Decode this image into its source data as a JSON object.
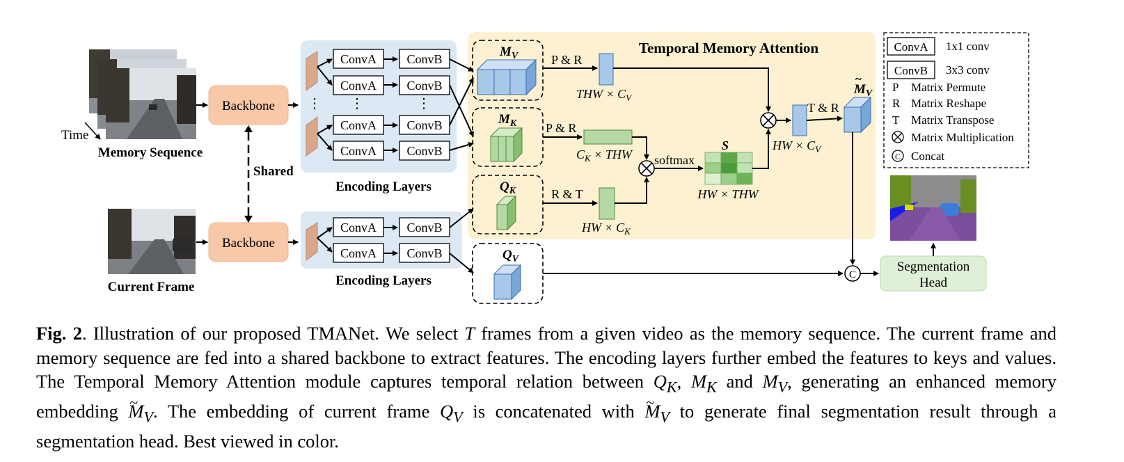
{
  "diagram": {
    "inputs": {
      "memory_sequence": "Memory Sequence",
      "time": "Time",
      "current_frame": "Current Frame"
    },
    "backbone": "Backbone",
    "shared": "Shared",
    "conv_a": "ConvA",
    "conv_b": "ConvB",
    "encoding_layers": "Encoding Layers",
    "tma_title": "Temporal Memory Attention",
    "mv": "M",
    "mv_sub": "V",
    "mk": "M",
    "mk_sub": "K",
    "qk": "Q",
    "qk_sub": "K",
    "qv": "Q",
    "qv_sub": "V",
    "s": "S",
    "p_and_r": "P & R",
    "r_and_t": "R & T",
    "t_and_r": "T & R",
    "softmax": "softmax",
    "dim_thw_cv": "THW × C",
    "dim_thw_cv_sub": "V",
    "dim_ck_thw_pre": "C",
    "dim_ck_thw_sub": "K",
    "dim_ck_thw_post": " × THW",
    "dim_hw_ck": "HW × C",
    "dim_hw_ck_sub": "K",
    "dim_hw_thw": "HW × THW",
    "dim_hw_cv": "HW × C",
    "dim_hw_cv_sub": "V",
    "mv_tilde": "M",
    "mv_tilde_sub": "V",
    "concat_symbol": "C",
    "segmentation_head_1": "Segmentation",
    "segmentation_head_2": "Head",
    "ellipsis": "⋮"
  },
  "legend": {
    "conv_a": {
      "key": "ConvA",
      "desc": "1x1 conv"
    },
    "conv_b": {
      "key": "ConvB",
      "desc": "3x3 conv"
    },
    "p": {
      "key": "P",
      "desc": "Matrix Permute"
    },
    "r": {
      "key": "R",
      "desc": "Matrix Reshape"
    },
    "t": {
      "key": "T",
      "desc": "Matrix Transpose"
    },
    "mult": {
      "desc": "Matrix Multiplication"
    },
    "concat": {
      "key": "C",
      "desc": "Concat"
    }
  },
  "caption": {
    "fig": "Fig. 2",
    "p1": ". Illustration of our proposed TMANet. We select ",
    "T": "T",
    "p2": " frames from a given video as the memory sequence. The current frame and memory sequence are fed into a shared backbone to extract features. The encoding layers further embed the features to keys and values. The Temporal Memory Attention module captures temporal relation between ",
    "QK": "Q",
    "QK_sub": "K",
    "c1": ", ",
    "MK": "M",
    "MK_sub": "K",
    "and": " and ",
    "MV": "M",
    "MV_sub": "V",
    "p3": ", generating an enhanced memory embedding ",
    "MVt": "M",
    "MVt_sub": "V",
    "p4": ". The embedding of current frame ",
    "QV": "Q",
    "QV_sub": "V",
    "p5": " is concatenated with ",
    "MVt2": "M",
    "MVt2_sub": "V",
    "p6": " to generate final segmentation result through a segmentation head. Best viewed in color."
  },
  "colors": {
    "backbone_fill": "#f8c8a8",
    "encoding_bg": "#dce9f5",
    "tma_bg": "#fdf1d2",
    "blue_block": "#a8c8ea",
    "green_block": "#b5d9a4",
    "seg_head_fill": "#e0f0d8",
    "feature_plate": "#d9a88a"
  }
}
